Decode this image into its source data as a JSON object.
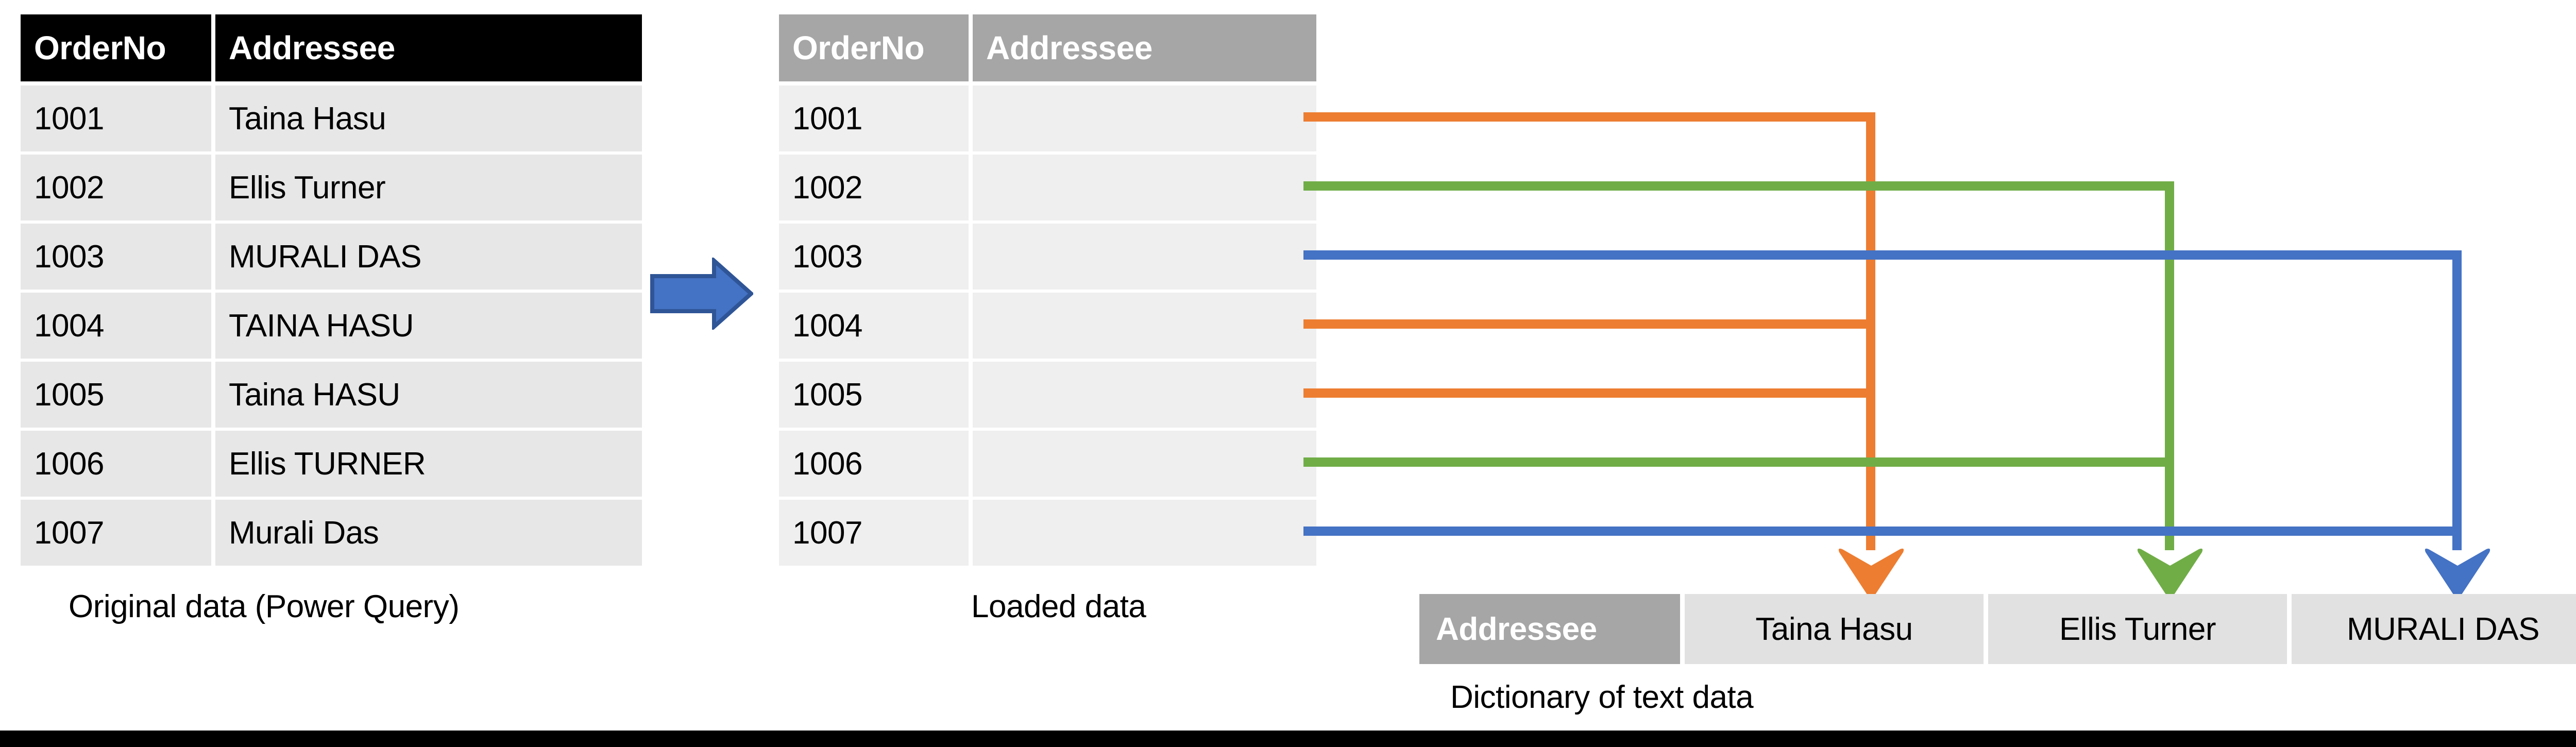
{
  "original_table": {
    "caption": "Original data (Power Query)",
    "columns": [
      "OrderNo",
      "Addressee"
    ],
    "rows": [
      {
        "order_no": "1001",
        "addressee": "Taina Hasu"
      },
      {
        "order_no": "1002",
        "addressee": "Ellis Turner"
      },
      {
        "order_no": "1003",
        "addressee": "MURALI DAS"
      },
      {
        "order_no": "1004",
        "addressee": "TAINA HASU"
      },
      {
        "order_no": "1005",
        "addressee": "Taina HASU"
      },
      {
        "order_no": "1006",
        "addressee": "Ellis TURNER"
      },
      {
        "order_no": "1007",
        "addressee": "Murali Das"
      }
    ],
    "header_bg": "#000000",
    "row_bg": "#E7E7E7"
  },
  "loaded_table": {
    "caption": "Loaded data",
    "columns": [
      "OrderNo",
      "Addressee"
    ],
    "rows": [
      {
        "order_no": "1001",
        "addressee": ""
      },
      {
        "order_no": "1002",
        "addressee": ""
      },
      {
        "order_no": "1003",
        "addressee": ""
      },
      {
        "order_no": "1004",
        "addressee": ""
      },
      {
        "order_no": "1005",
        "addressee": ""
      },
      {
        "order_no": "1006",
        "addressee": ""
      },
      {
        "order_no": "1007",
        "addressee": ""
      }
    ],
    "header_bg": "#A6A6A6",
    "row_bg": "#EFEFEF"
  },
  "flow_arrow": {
    "direction": "right",
    "fill": "#4472C4",
    "stroke": "#2F5597"
  },
  "dictionary": {
    "caption": "Dictionary of text data",
    "header": "Addressee",
    "values": [
      "Taina Hasu",
      "Ellis Turner",
      "MURALI DAS"
    ],
    "header_bg": "#A6A6A6",
    "cell_bg": "#E1E1E1"
  },
  "connectors": {
    "colors": {
      "orange": "#ED7D31",
      "green": "#70AD47",
      "blue": "#4472C4"
    },
    "links": [
      {
        "from_row": "1001",
        "to_value": "Taina Hasu",
        "color": "#ED7D31"
      },
      {
        "from_row": "1002",
        "to_value": "Ellis Turner",
        "color": "#70AD47"
      },
      {
        "from_row": "1003",
        "to_value": "MURALI DAS",
        "color": "#4472C4"
      },
      {
        "from_row": "1004",
        "to_value": "Taina Hasu",
        "color": "#ED7D31"
      },
      {
        "from_row": "1005",
        "to_value": "Taina Hasu",
        "color": "#ED7D31"
      },
      {
        "from_row": "1006",
        "to_value": "Ellis Turner",
        "color": "#70AD47"
      },
      {
        "from_row": "1007",
        "to_value": "MURALI DAS",
        "color": "#4472C4"
      }
    ]
  },
  "bottom_bar": {
    "color": "#000000"
  }
}
